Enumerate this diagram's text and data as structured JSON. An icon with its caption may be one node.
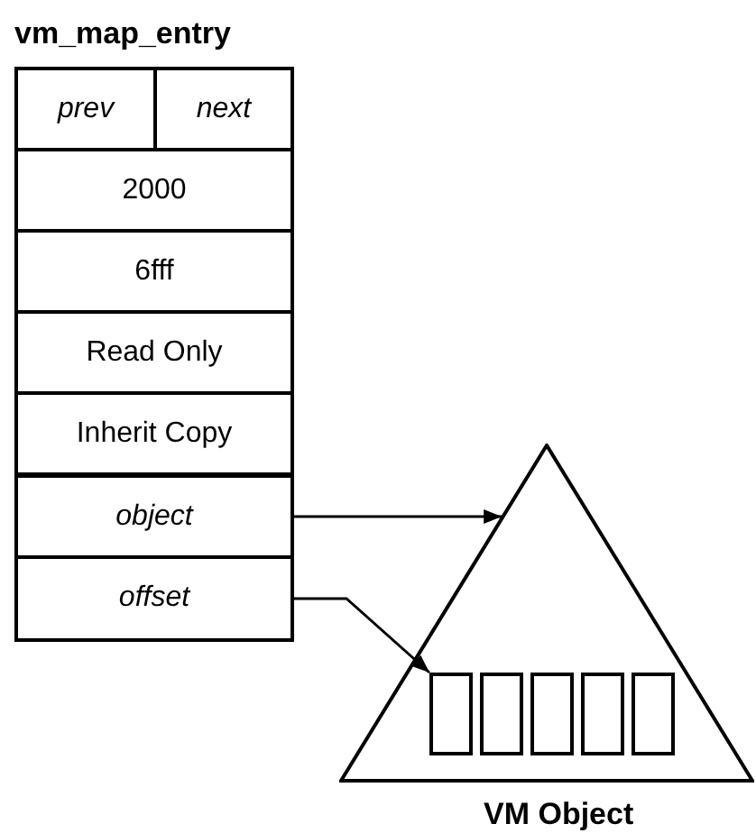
{
  "diagram": {
    "nodes": [
      {
        "text": [
          "vm_map_entry"
        ]
      },
      {
        "text": [
          "prev"
        ],
        "in": 0
      },
      {
        "text": [
          "next"
        ],
        "in": 0
      },
      {
        "text": [
          "2000"
        ],
        "in": 0
      },
      {
        "text": [
          "6fff"
        ],
        "in": 0
      },
      {
        "text": [
          "Read Only"
        ],
        "in": 0
      },
      {
        "text": [
          "Inherit Copy"
        ],
        "in": 0
      },
      {
        "text": [
          "object"
        ],
        "in": 0
      },
      {
        "text": [
          "offset"
        ],
        "in": 0
      },
      {
        "text": [
          "VM Object"
        ]
      },
      {
        "text": [],
        "shape": "box",
        "in": 9
      },
      {
        "text": [],
        "shape": "box",
        "in": 9
      },
      {
        "text": [],
        "shape": "box",
        "in": 9
      },
      {
        "text": [],
        "shape": "box",
        "in": 9
      },
      {
        "text": [],
        "shape": "box",
        "in": 9
      }
    ],
    "edges": [
      {
        "from": 7,
        "to": 9,
        "arrow": "to"
      },
      {
        "from": 8,
        "to": 10,
        "arrow": "to"
      }
    ]
  }
}
